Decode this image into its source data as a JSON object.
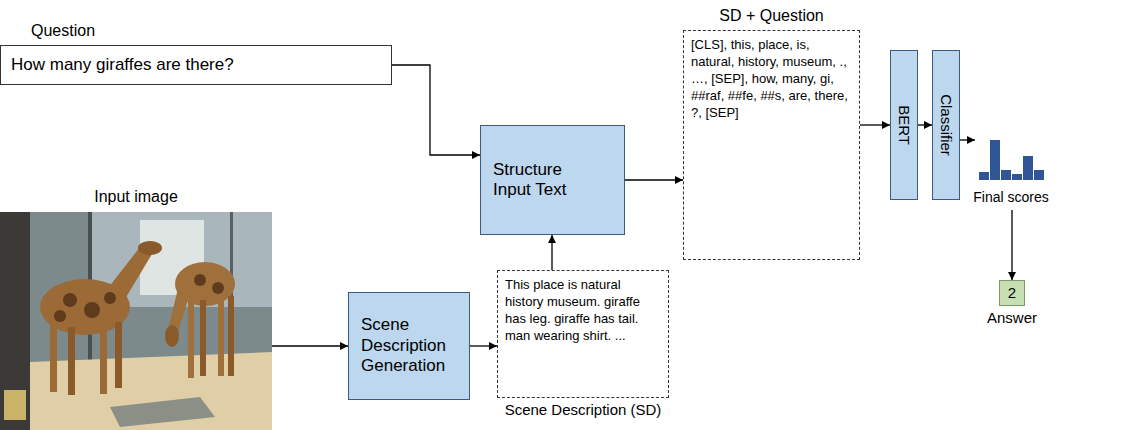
{
  "diagram": {
    "nodes": [
      {
        "text": [
          "Question",
          "How many giraffes are there?"
        ]
      },
      {
        "text": [
          "Input image"
        ]
      },
      {
        "text": [
          "Structure Input Text"
        ]
      },
      {
        "text": [
          "SD + Question",
          "[CLS], this, place, is, natural, history, museum, ., …, [SEP], how, many, gi, ##raf, ##fe, ##s, are, there, ?, [SEP]"
        ]
      },
      {
        "text": [
          "Scene Description Generation"
        ]
      },
      {
        "text": [
          "This place is natural history museum. giraffe has leg. giraffe has tail. man wearing shirt. ...",
          "Scene Description (SD)"
        ]
      },
      {
        "text": [
          "BERT"
        ]
      },
      {
        "text": [
          "Classifier"
        ]
      },
      {
        "text": [
          "Final scores"
        ]
      },
      {
        "text": [
          "2",
          "Answer"
        ]
      }
    ],
    "edges": [
      {
        "from": 0,
        "to": 2,
        "arrow": "to"
      },
      {
        "from": 1,
        "to": 4,
        "arrow": "to"
      },
      {
        "from": 4,
        "to": 5,
        "arrow": "to"
      },
      {
        "from": 5,
        "to": 2,
        "arrow": "to"
      },
      {
        "from": 2,
        "to": 3,
        "arrow": "to"
      },
      {
        "from": 3,
        "to": 6,
        "arrow": "to"
      },
      {
        "from": 6,
        "to": 7,
        "arrow": "to"
      },
      {
        "from": 7,
        "to": 8,
        "arrow": "to"
      },
      {
        "from": 8,
        "to": 9,
        "arrow": "to"
      }
    ]
  }
}
